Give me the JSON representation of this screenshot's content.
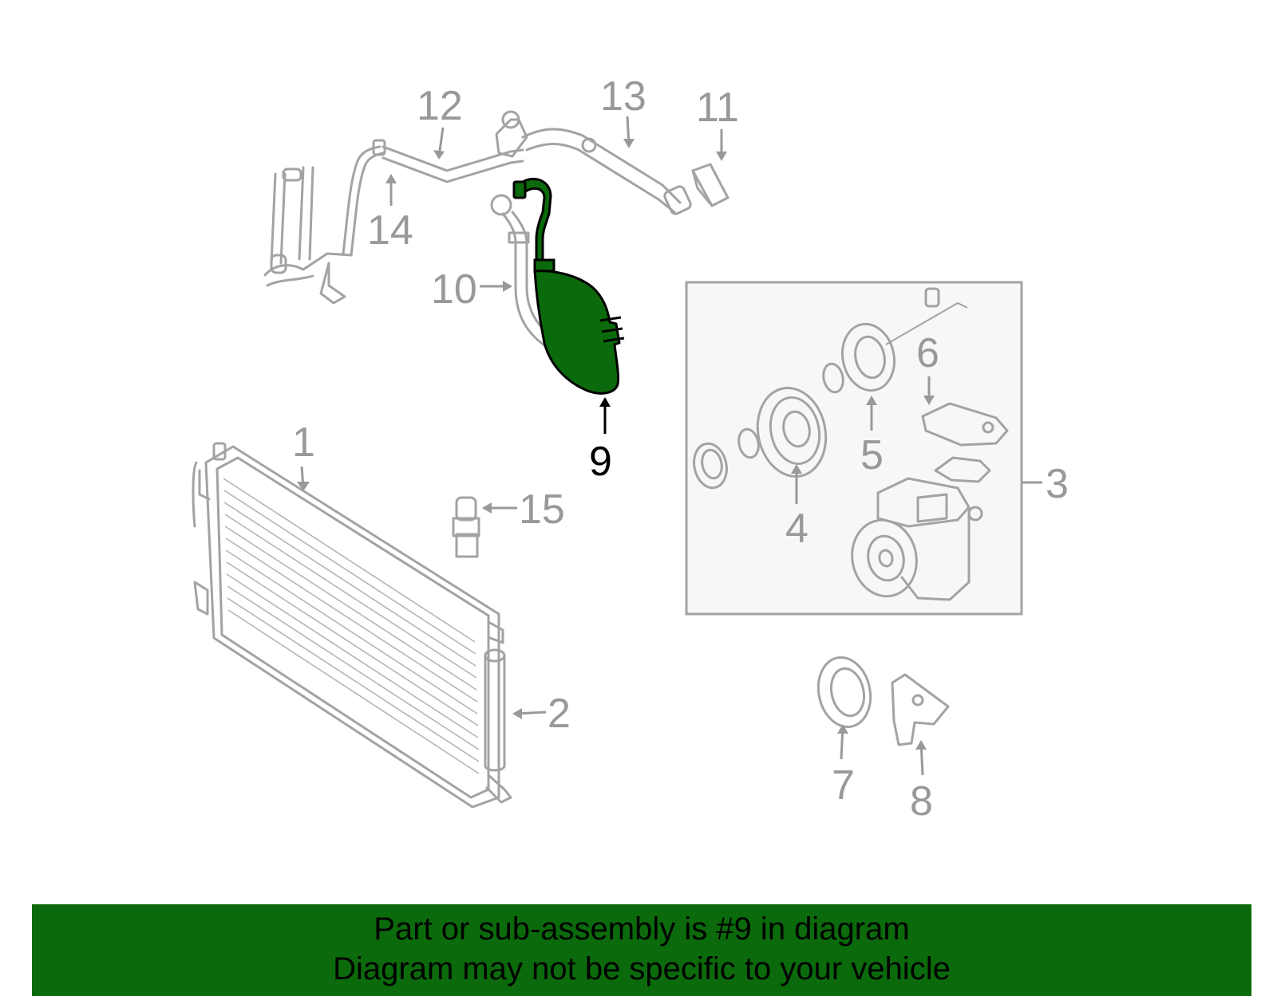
{
  "colors": {
    "highlight_fill": "#0b6a0b",
    "part_stroke": "#a3a3a3",
    "callout_gray": "#999999",
    "callout_highlight": "#000000",
    "inset_background": "#f7f7f7",
    "banner_background": "#0b6a0b"
  },
  "highlighted_callout": "9",
  "callouts": {
    "c1": "1",
    "c2": "2",
    "c3": "3",
    "c4": "4",
    "c5": "5",
    "c6": "6",
    "c7": "7",
    "c8": "8",
    "c9": "9",
    "c10": "10",
    "c11": "11",
    "c12": "12",
    "c13": "13",
    "c14": "14",
    "c15": "15"
  },
  "banner": {
    "line1": "Part or sub-assembly is #9 in diagram",
    "line2": "Diagram may not be specific to your vehicle"
  }
}
